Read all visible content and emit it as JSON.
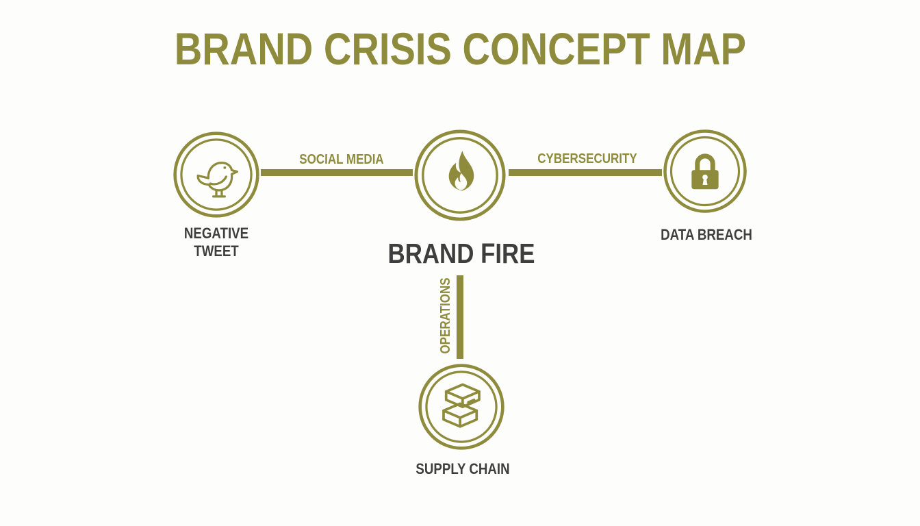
{
  "title": "BRAND CRISIS CONCEPT MAP",
  "colors": {
    "accent": "#8e8c3c",
    "text_dark": "#3e3e3e",
    "background": "#fdfdfc"
  },
  "diagram": {
    "type": "concept-map",
    "center_node": {
      "id": "brand-fire",
      "label": "BRAND FIRE",
      "icon": "fire-icon"
    },
    "nodes": [
      {
        "id": "negative-tweet",
        "label": "NEGATIVE TWEET",
        "icon": "bird-icon",
        "position": "left"
      },
      {
        "id": "data-breach",
        "label": "DATA BREACH",
        "icon": "lock-icon",
        "position": "right"
      },
      {
        "id": "supply-chain",
        "label": "SUPPLY CHAIN",
        "icon": "boxes-icon",
        "position": "bottom"
      }
    ],
    "edges": [
      {
        "label": "SOCIAL MEDIA",
        "from": "negative-tweet",
        "to": "brand-fire",
        "orientation": "horizontal"
      },
      {
        "label": "CYBERSECURITY",
        "from": "brand-fire",
        "to": "data-breach",
        "orientation": "horizontal"
      },
      {
        "label": "OPERATIONS",
        "from": "brand-fire",
        "to": "supply-chain",
        "orientation": "vertical"
      }
    ]
  }
}
